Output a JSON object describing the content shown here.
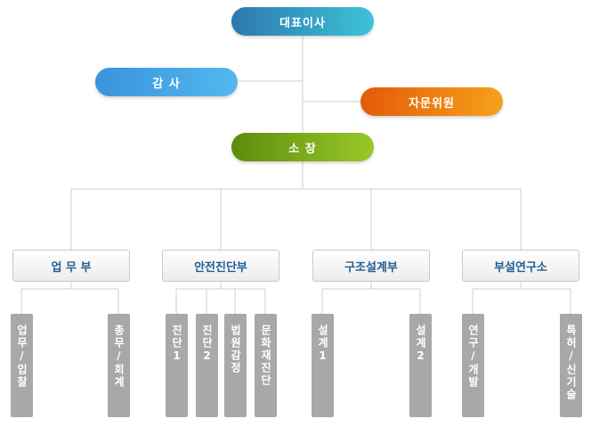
{
  "org": {
    "ceo": "대표이사",
    "auditor": "감 사",
    "advisory": "자문위원",
    "director": "소 장",
    "departments": [
      {
        "label": "업 무 부",
        "teams": [
          "업무/입찰",
          "총무/회계"
        ]
      },
      {
        "label": "안전진단부",
        "teams": [
          "진단1",
          "진단2",
          "법원감정",
          "문화재진단"
        ]
      },
      {
        "label": "구조설계부",
        "teams": [
          "설계1",
          "설계2"
        ]
      },
      {
        "label": "부설연구소",
        "teams": [
          "연구/개발",
          "특허/신기술"
        ]
      }
    ]
  },
  "colors": {
    "ceo": [
      "#2d78b0",
      "#3cc3d6"
    ],
    "auditor": [
      "#3a93dc",
      "#53b8ef"
    ],
    "advisory": [
      "#e35b0a",
      "#f6a11a"
    ],
    "director": [
      "#5e8b0d",
      "#98c928"
    ],
    "dept_text": "#1f5e93",
    "team_bg": "#a8a8a8",
    "line": "#cfcfcf"
  }
}
